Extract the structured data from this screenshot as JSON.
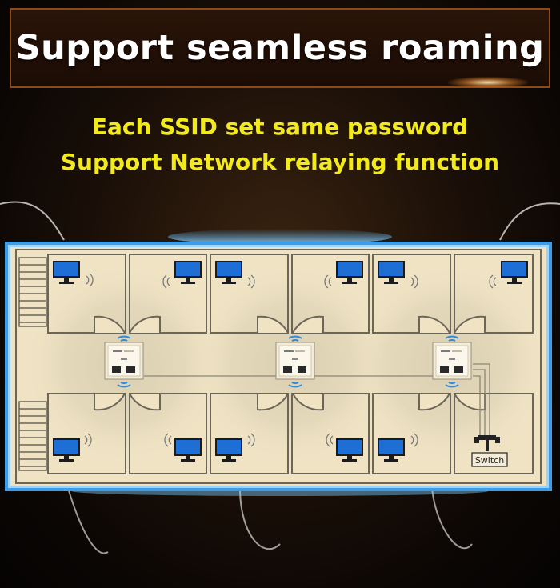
{
  "header": {
    "title": "Support seamless roaming"
  },
  "subtitle": {
    "line1": "Each SSID set same password",
    "line2": "Support Network relaying function"
  },
  "diagram": {
    "switch_label": "Switch",
    "colors": {
      "floor": "#efe3c4",
      "wall": "#6b6658",
      "border_glow": "#55b8ff",
      "monitor_screen": "#1d6fd6",
      "title_text": "#ffffff",
      "subtitle_text": "#f2ea1c"
    },
    "icons": [
      "monitor-icon",
      "wifi-signal-icon",
      "wall-access-point-icon",
      "network-switch-icon",
      "staircase"
    ]
  }
}
